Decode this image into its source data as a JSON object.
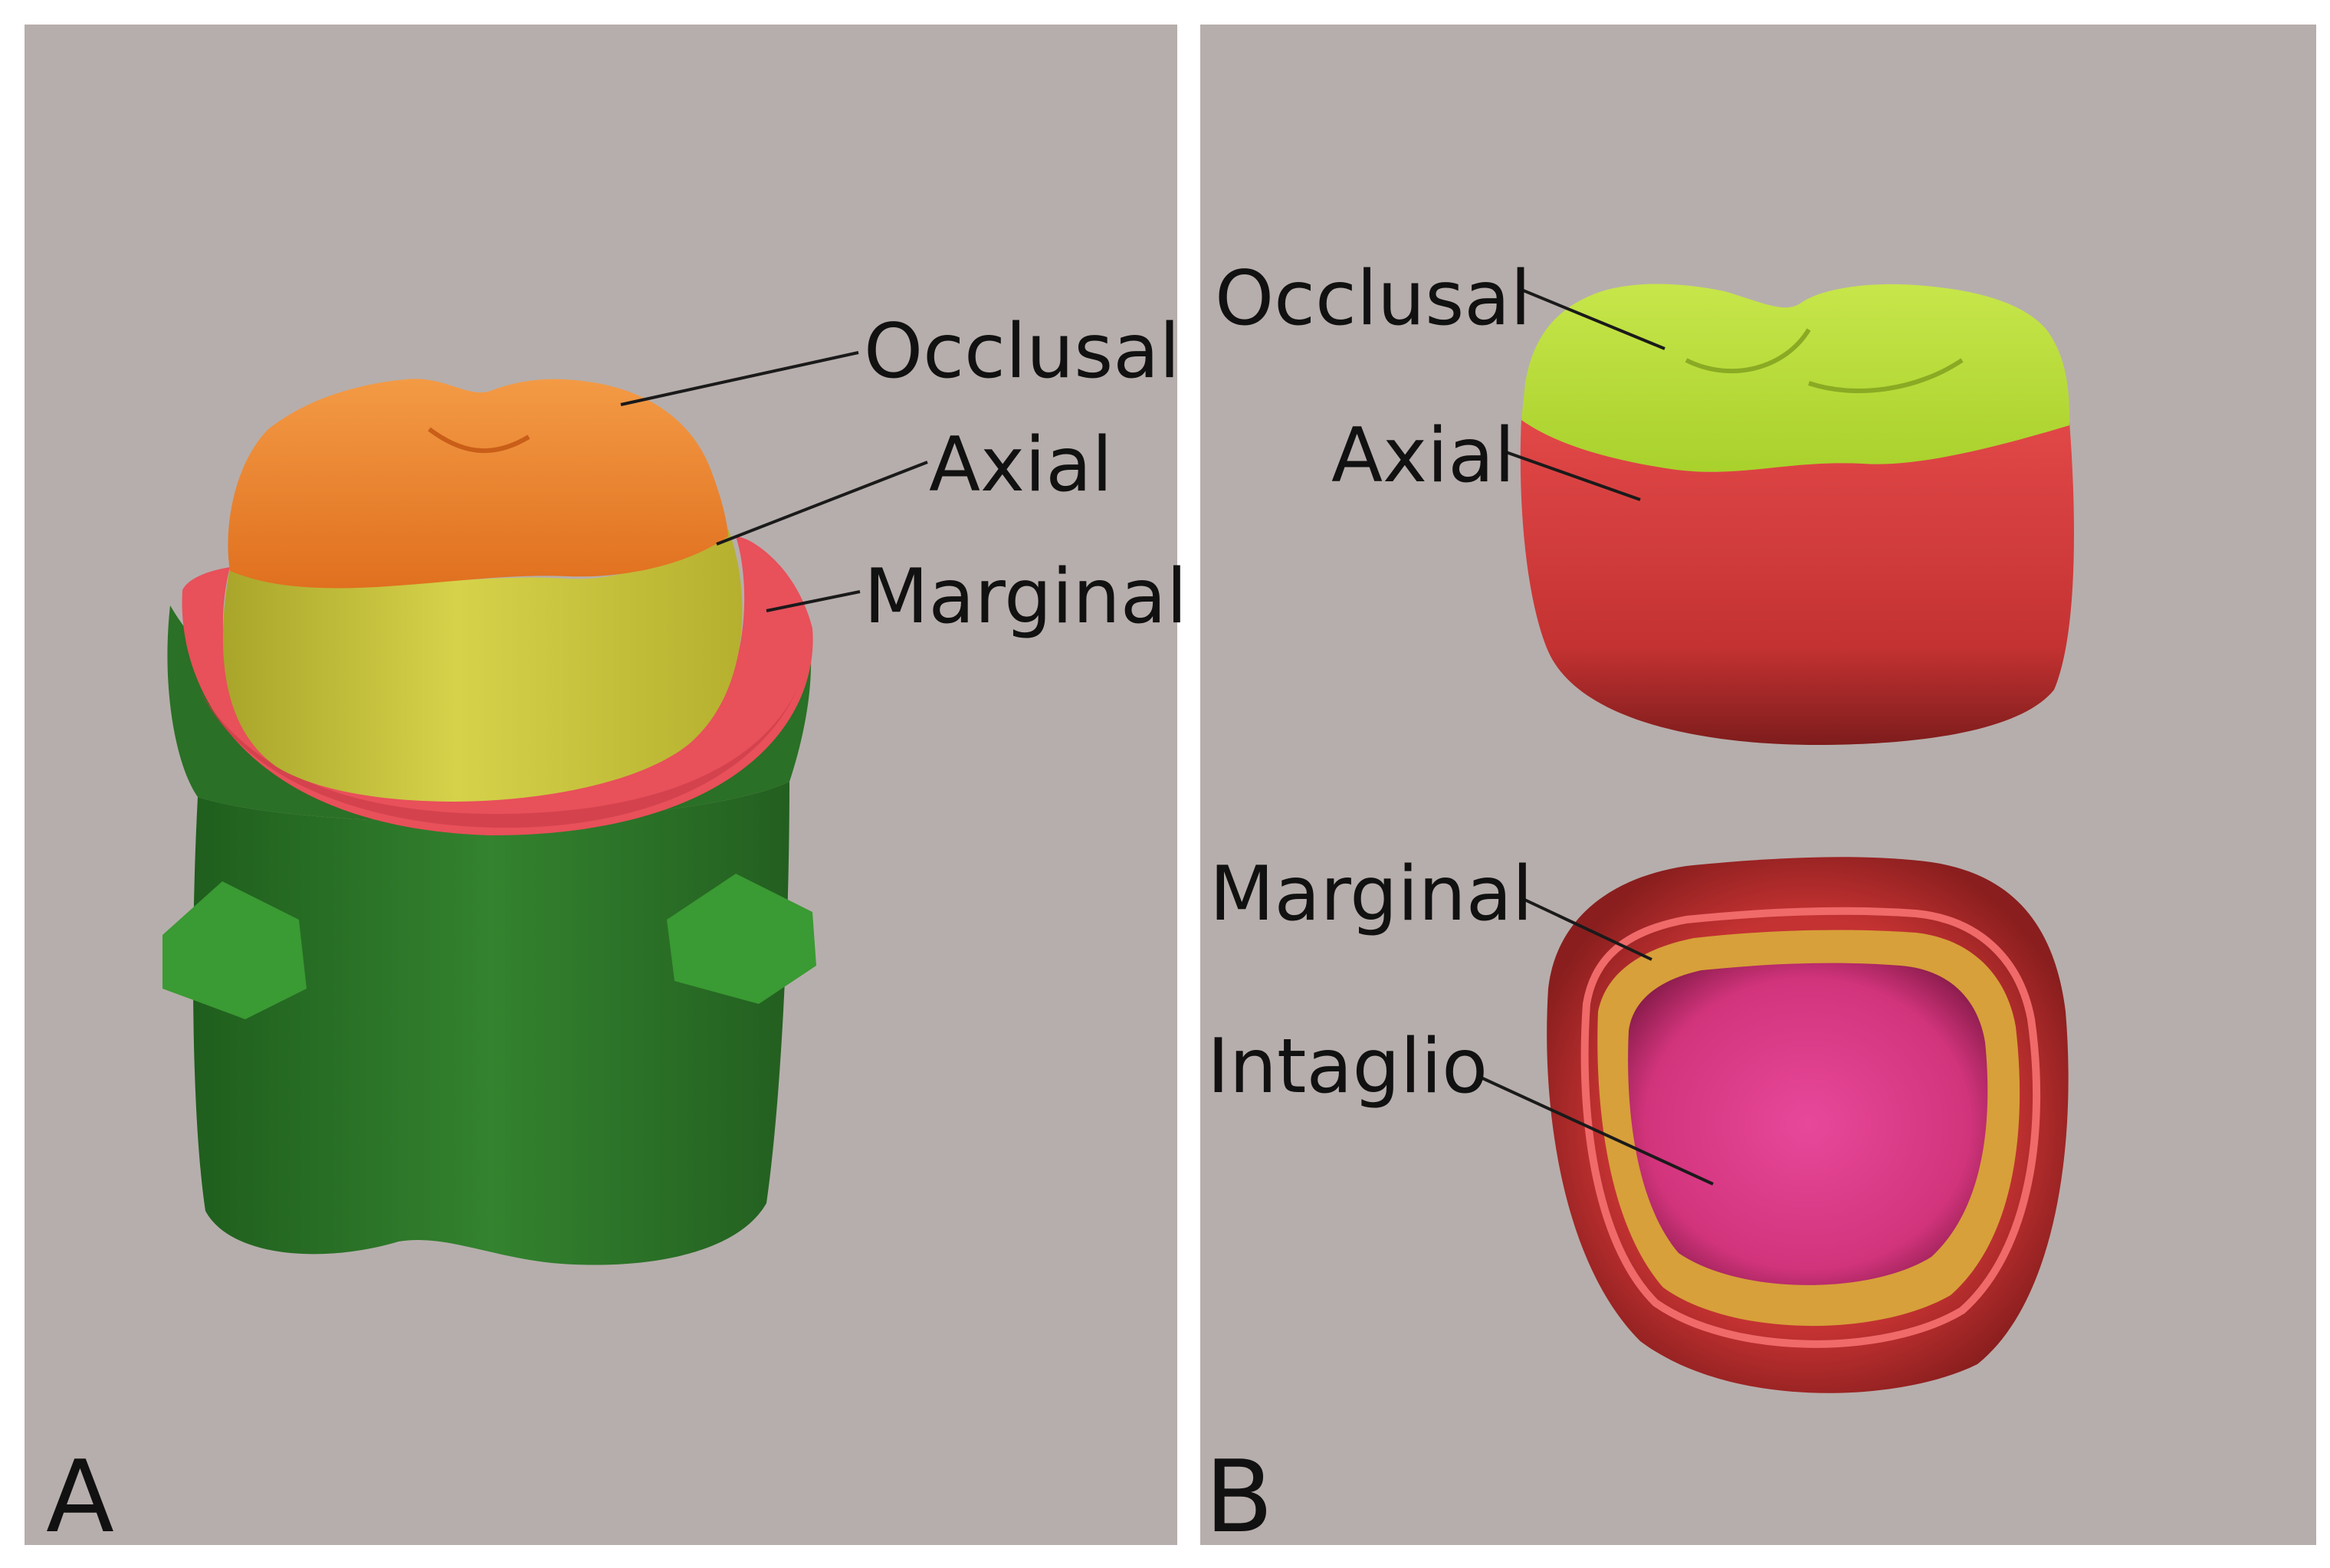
{
  "panel_a": {
    "letter": "A",
    "labels": {
      "occlusal": "Occlusal",
      "axial": "Axial",
      "marginal": "Marginal"
    }
  },
  "panel_b": {
    "letter": "B",
    "labels": {
      "occlusal": "Occlusal",
      "axial": "Axial",
      "marginal": "Marginal",
      "intaglio": "Intaglio"
    }
  },
  "colors": {
    "background": "#b6aeac",
    "occlusal_a": "#ee7d2a",
    "axial_a": "#c9c43a",
    "marginal_a": "#e8505a",
    "die": "#2e7a2a",
    "occlusal_b": "#b9df3a",
    "axial_b": "#d83c3c",
    "marginal_b": "#d7a03a",
    "intaglio": "#e03a8a"
  }
}
